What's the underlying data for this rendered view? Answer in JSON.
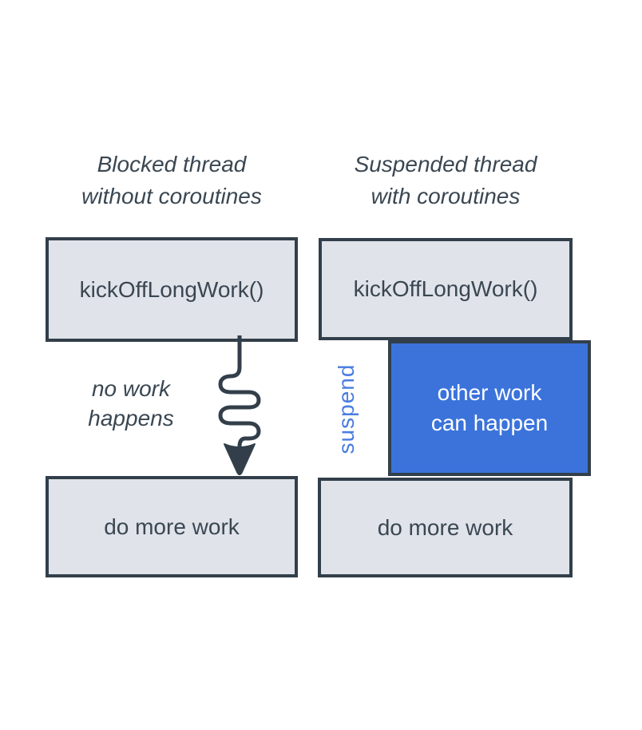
{
  "colors": {
    "background": "#FFFFFF",
    "box_fill": "#E0E3E9",
    "box_border": "#323F4B",
    "text_dark": "#3A4752",
    "blue_fill": "#3B73DB",
    "suspend_blue": "#4A7CE1",
    "blue_text": "#FFFFFF"
  },
  "left_column": {
    "title_line1": "Blocked thread",
    "title_line2": "without coroutines",
    "top_box_label": "kickOffLongWork()",
    "annotation_line1": "no work",
    "annotation_line2": "happens",
    "bottom_box_label": "do more work",
    "arrow_icon": "squiggle-blocked-wait-arrow"
  },
  "right_column": {
    "title_line1": "Suspended thread",
    "title_line2": "with coroutines",
    "top_box_label": "kickOffLongWork()",
    "suspend_label": "suspend",
    "blue_box_line1": "other work",
    "blue_box_line2": "can happen",
    "bottom_box_label": "do more work"
  }
}
